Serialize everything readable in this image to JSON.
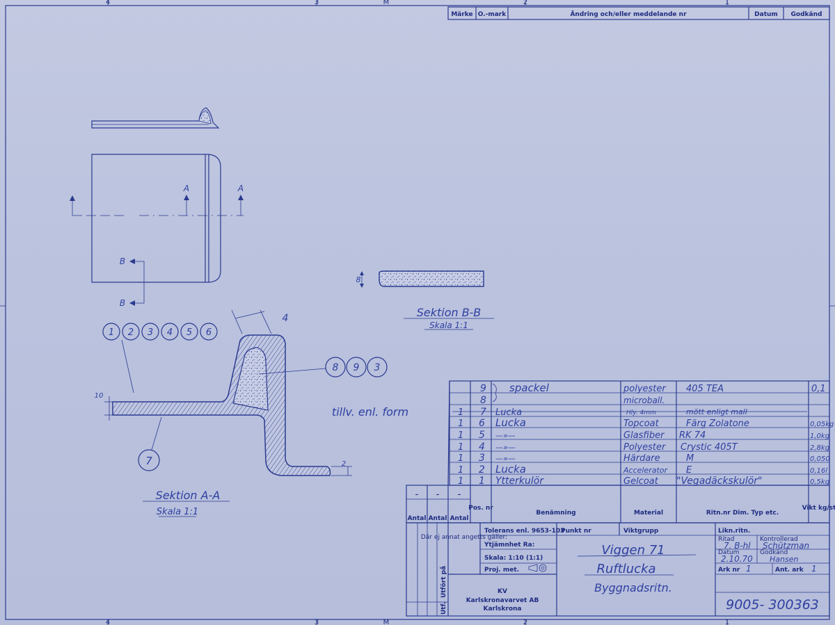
{
  "grid": {
    "top": [
      "4",
      "3",
      "M",
      "2",
      "1"
    ],
    "bottom": [
      "4",
      "3",
      "M",
      "2",
      "1"
    ]
  },
  "revision_header": {
    "marke": "Märke",
    "omark": "O.-mark",
    "andring": "Ändring och/eller meddelande nr",
    "datum": "Datum",
    "godkand": "Godkänd"
  },
  "views": {
    "section_aa": {
      "title": "Sektion A-A",
      "scale": "Skala 1:1"
    },
    "section_bb": {
      "title": "Sektion B-B",
      "scale": "Skala 1:1"
    },
    "cut_label_a": "A",
    "cut_label_b": "B",
    "dim_4": "4",
    "dim_8": "8",
    "dim_10": "10",
    "dim_2": "2",
    "balloons_group1": [
      "1",
      "2",
      "3",
      "4",
      "5",
      "6"
    ],
    "balloons_group2": [
      "8",
      "9",
      "3"
    ],
    "balloon_7": "7",
    "note_form": "tillv. enl. form"
  },
  "parts_list": {
    "rows": [
      {
        "antal": "",
        "pos": "9",
        "benamning": "spackel",
        "material": "polyester",
        "ritn": "405 TEA",
        "vikt": "0,1"
      },
      {
        "antal": "",
        "pos": "8",
        "benamning": "",
        "material": "microball.",
        "ritn": "",
        "vikt": ""
      },
      {
        "antal": "1",
        "pos": "7",
        "benamning": "Lucka",
        "material": "Hly. 4mm",
        "ritn": "mött enligt mall",
        "vikt": ""
      },
      {
        "antal": "1",
        "pos": "6",
        "benamning": "Lucka",
        "material": "Topcoat",
        "ritn": "Färg Zolatone",
        "vikt": "0,05kg"
      },
      {
        "antal": "1",
        "pos": "5",
        "benamning": "—»—",
        "material": "Glasfiber",
        "ritn": "RK 74",
        "vikt": "1,0kg"
      },
      {
        "antal": "1",
        "pos": "4",
        "benamning": "—»—",
        "material": "Polyester",
        "ritn": "Crystic 405T",
        "vikt": "2,8kg"
      },
      {
        "antal": "1",
        "pos": "3",
        "benamning": "—»—",
        "material": "Härdare",
        "ritn": "M",
        "vikt": "0,050"
      },
      {
        "antal": "1",
        "pos": "2",
        "benamning": "Lucka",
        "material": "Accelerator",
        "ritn": "E",
        "vikt": "0,16l"
      },
      {
        "antal": "1",
        "pos": "1",
        "benamning": "Ytterkulör",
        "material": "Gelcoat",
        "ritn": "\"Vegadäckskulör\"",
        "vikt": "0,5kg"
      }
    ],
    "header": {
      "antal": "Antal",
      "pos": "Pos. nr",
      "benamning": "Benämning",
      "material": "Material",
      "ritn": "Ritn.nr Dim. Typ etc.",
      "vikt": "Vikt kg/st"
    },
    "dash": "–"
  },
  "title_block": {
    "dar_ej": "Där ej annat angetts gäller:",
    "tolerans": "Tolerans enl. 9653-103",
    "ytjamnhet": "Ytjämnhet Ra:",
    "skala": "Skala: 1:10 (1:1)",
    "proj": "Proj. met.",
    "punkt_nr": "Punkt nr",
    "viktgrupp": "Viktgrupp",
    "likn_ritn": "Likn.ritn.",
    "ritad_label": "Ritad",
    "ritad_value": "7. B-hl",
    "kontrollerad_label": "Kontrollerad",
    "kontrollerad_value": "Schützman",
    "datum_label": "Datum",
    "datum_value": "2.10.70",
    "godkand_label": "Godkänd",
    "godkand_value": "Hansen",
    "ark_nr_label": "Ark nr",
    "ark_nr_value": "1",
    "ant_ark_label": "Ant. ark",
    "ant_ark_value": "1",
    "utf_label": "Utf.",
    "utfort_label": "Utfört på",
    "company_logo": "KV",
    "company": "Karlskronavarvet AB",
    "city": "Karlskrona",
    "name_line1": "Viggen 71",
    "name_line2": "Ruftlucka",
    "name_line3": "Byggnadsritn.",
    "drawing_no": "9005- 300363"
  }
}
